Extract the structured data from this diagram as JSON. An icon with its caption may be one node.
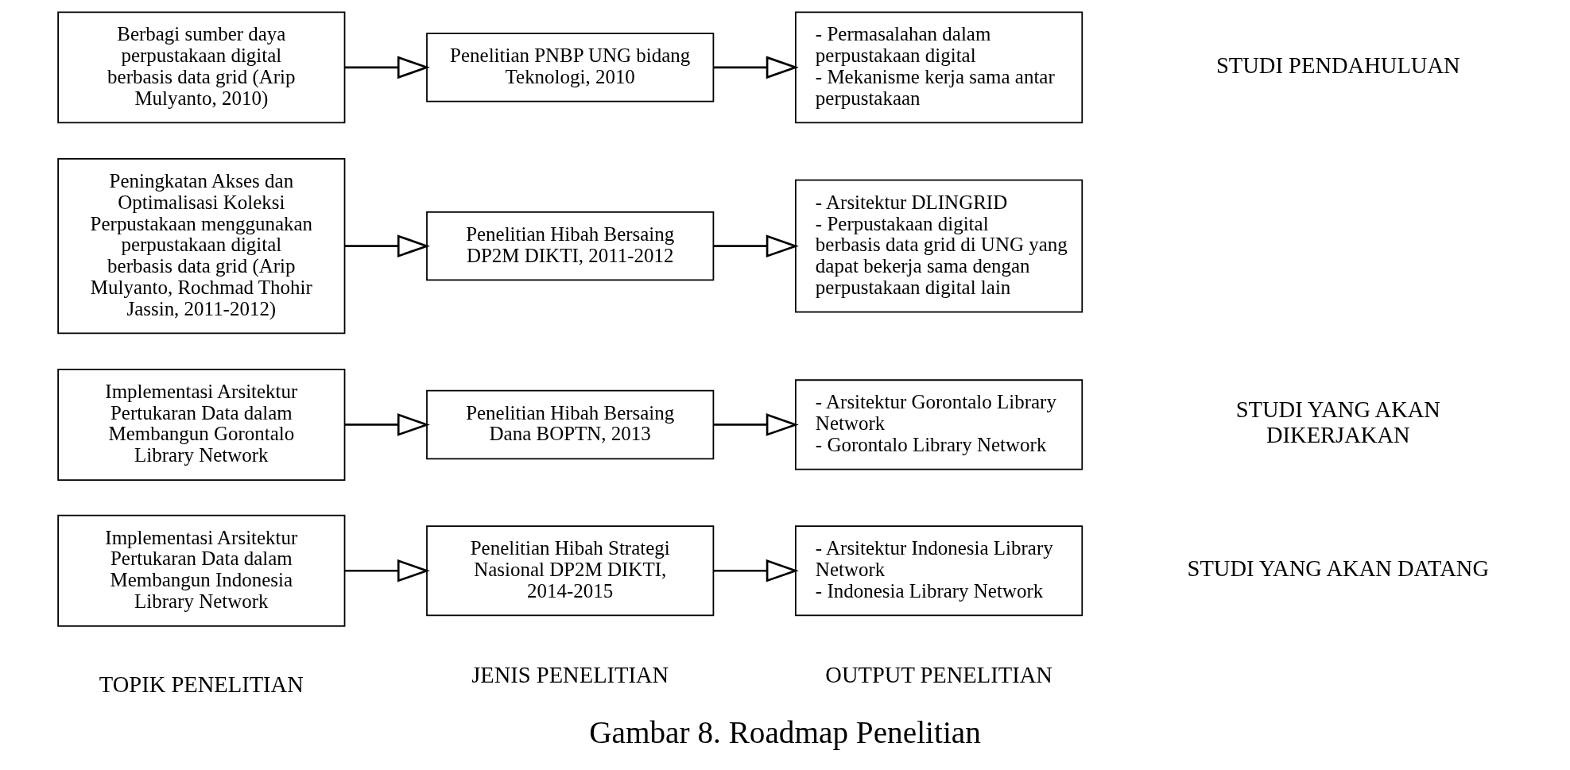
{
  "diagram": {
    "caption": "Gambar 8. Roadmap Penelitian",
    "nodes": [
      {
        "text": [
          "Berbagi sumber daya perpustakaan digital berbasis data grid (Arip Mulyanto, 2010)"
        ]
      },
      {
        "text": [
          "Penelitian PNBP UNG bidang Teknologi, 2010"
        ]
      },
      {
        "text": [
          "- Permasalahan dalam perpustakaan digital",
          "- Mekanisme kerja sama antar perpustakaan"
        ]
      },
      {
        "text": [
          "Peningkatan Akses dan Optimalisasi Koleksi Perpustakaan menggunakan perpustakaan digital berbasis data grid (Arip Mulyanto, Rochmad Thohir Jassin, 2011-2012)"
        ]
      },
      {
        "text": [
          "Penelitian Hibah Bersaing DP2M DIKTI, 2011-2012"
        ]
      },
      {
        "text": [
          "- Arsitektur DLINGRID",
          "- Perpustakaan digital berbasis data grid di UNG yang dapat bekerja sama dengan perpustakaan digital lain"
        ]
      },
      {
        "text": [
          "Implementasi Arsitektur Pertukaran Data dalam Membangun Gorontalo Library Network"
        ]
      },
      {
        "text": [
          "Penelitian Hibah Bersaing Dana BOPTN, 2013"
        ]
      },
      {
        "text": [
          "- Arsitektur Gorontalo Library Network",
          "- Gorontalo Library Network"
        ]
      },
      {
        "text": [
          "Implementasi Arsitektur Pertukaran Data dalam Membangun Indonesia Library Network"
        ]
      },
      {
        "text": [
          "Penelitian Hibah Strategi Nasional DP2M DIKTI, 2014-2015"
        ]
      },
      {
        "text": [
          "- Arsitektur Indonesia Library Network",
          "- Indonesia Library Network"
        ]
      }
    ],
    "edges": [
      {
        "from": 0,
        "to": 1,
        "arrow": "to"
      },
      {
        "from": 1,
        "to": 2,
        "arrow": "to"
      },
      {
        "from": 3,
        "to": 4,
        "arrow": "to"
      },
      {
        "from": 4,
        "to": 5,
        "arrow": "to"
      },
      {
        "from": 6,
        "to": 7,
        "arrow": "to"
      },
      {
        "from": 7,
        "to": 8,
        "arrow": "to"
      },
      {
        "from": 9,
        "to": 10,
        "arrow": "to"
      },
      {
        "from": 10,
        "to": 11,
        "arrow": "to"
      }
    ],
    "labels": [
      "STUDI PENDAHULUAN",
      "STUDI YANG AKAN DIKERJAKAN",
      "STUDI YANG AKAN DATANG",
      "TOPIK PENELITIAN",
      "JENIS PENELITIAN",
      "OUTPUT PENELITIAN"
    ]
  }
}
